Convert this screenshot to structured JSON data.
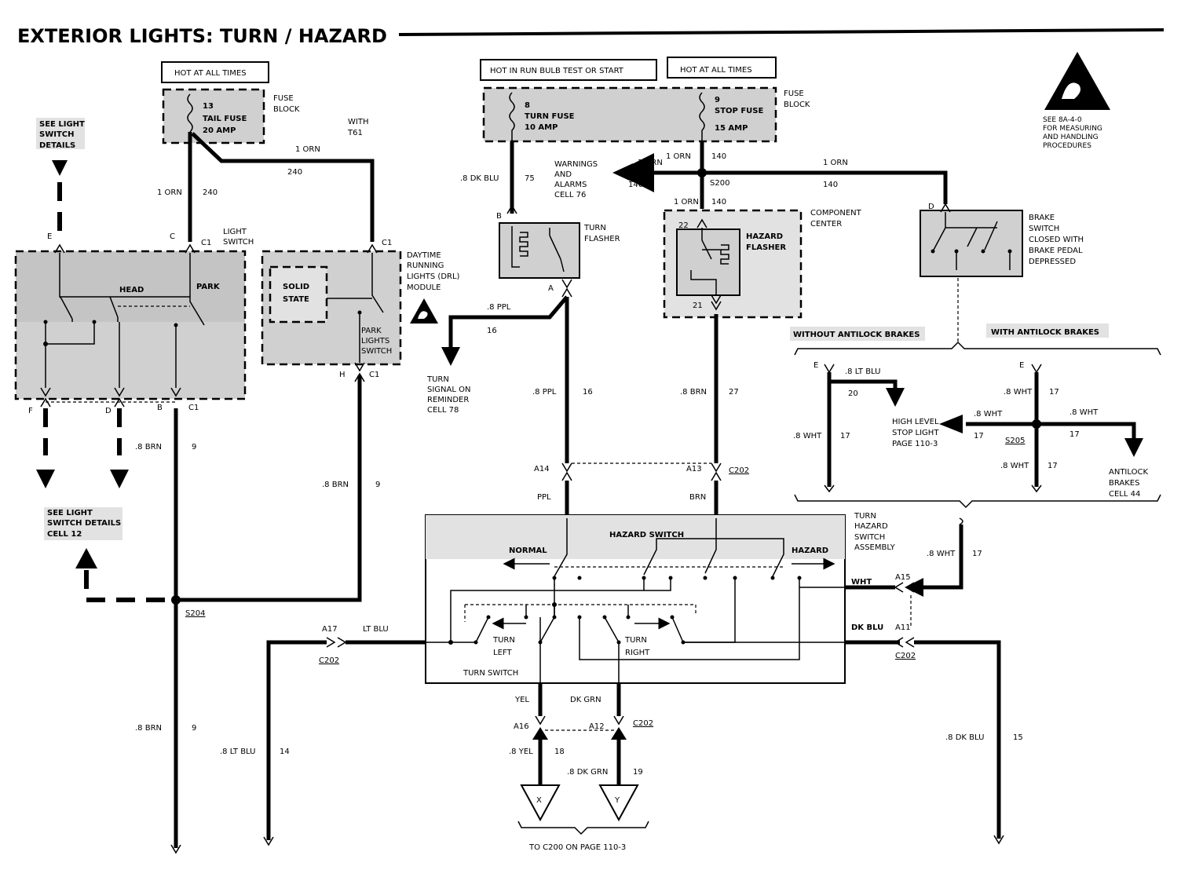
{
  "title": "EXTERIOR LIGHTS: TURN / HAZARD",
  "esd_note": [
    "SEE 8A-4-0",
    "FOR MEASURING",
    "AND HANDLING",
    "PROCEDURES"
  ],
  "power_labels": {
    "hot_all_times_left": "HOT AT ALL TIMES",
    "hot_in_run": "HOT IN RUN   BULB TEST OR START",
    "hot_all_times_right": "HOT AT ALL TIMES"
  },
  "fuse_block_label": [
    "FUSE",
    "BLOCK"
  ],
  "fuses": {
    "tail": {
      "num": "13",
      "name": "TAIL FUSE",
      "amp": "20 AMP"
    },
    "turn": {
      "num": "8",
      "name": "TURN FUSE",
      "amp": "10 AMP"
    },
    "stop": {
      "num": "9",
      "name": "STOP FUSE",
      "amp": "15 AMP"
    }
  },
  "with_t61": [
    "WITH",
    "T61"
  ],
  "light_switch_details_top": [
    "SEE LIGHT",
    "SWITCH",
    "DETAILS"
  ],
  "light_switch_details_bottom": [
    "SEE LIGHT",
    "SWITCH DETAILS",
    "CELL 12"
  ],
  "light_switch_label": [
    "LIGHT",
    "SWITCH"
  ],
  "head": "HEAD",
  "park": "PARK",
  "drl_label": [
    "DAYTIME",
    "RUNNING",
    "LIGHTS (DRL)",
    "MODULE"
  ],
  "solid_state": [
    "SOLID",
    "STATE"
  ],
  "park_lights_switch": [
    "PARK",
    "LIGHTS",
    "SWITCH"
  ],
  "turn_flasher_label": [
    "TURN",
    "FLASHER"
  ],
  "hazard_flasher_label": [
    "HAZARD",
    "FLASHER"
  ],
  "component_center": [
    "COMPONENT",
    "CENTER"
  ],
  "brake_switch_label": [
    "BRAKE",
    "SWITCH",
    "CLOSED WITH",
    "BRAKE PEDAL",
    "DEPRESSED"
  ],
  "warnings_label": [
    "WARNINGS",
    "AND",
    "ALARMS",
    "CELL 76"
  ],
  "turn_signal_reminder": [
    "TURN",
    "SIGNAL ON",
    "REMINDER",
    "CELL 78"
  ],
  "without_antilock": "WITHOUT ANTILOCK BRAKES",
  "with_antilock": "WITH ANTILOCK BRAKES",
  "high_level_stop": [
    "HIGH LEVEL",
    "STOP LIGHT",
    "PAGE 110-3"
  ],
  "antilock_cell": [
    "ANTILOCK",
    "BRAKES",
    "CELL 44"
  ],
  "turn_hazard_assembly": [
    "TURN",
    "HAZARD",
    "SWITCH",
    "ASSEMBLY"
  ],
  "hazard_switch": "HAZARD SWITCH",
  "normal": "NORMAL",
  "hazard": "HAZARD",
  "turn_left": [
    "TURN",
    "LEFT"
  ],
  "turn_right": [
    "TURN",
    "RIGHT"
  ],
  "turn_switch": "TURN SWITCH",
  "to_c200": "TO C200 ON PAGE 110-3",
  "connector_x": "X",
  "connector_y": "Y",
  "splices": {
    "s200": "S200",
    "s204": "S204",
    "s205": "S205"
  },
  "connectors": {
    "c1": "C1",
    "c202": "C202",
    "a14": "A14",
    "a13": "A13",
    "a15": "A15",
    "a11": "A11",
    "a17": "A17",
    "a16": "A16",
    "a12": "A12",
    "pin_a": "A",
    "pin_b": "B",
    "pin_c": "C",
    "pin_d": "D",
    "pin_e": "E",
    "pin_f": "F",
    "pin_h": "H",
    "pin_21": "21",
    "pin_22": "22"
  },
  "wires": {
    "orn": "1 ORN",
    "w240": "240",
    "w140": "140",
    "dkblu8": ".8 DK BLU",
    "w75": "75",
    "ppl8": ".8 PPL",
    "w16": "16",
    "brn8": ".8 BRN",
    "w27": "27",
    "w9": "9",
    "ltblu8": ".8 LT BLU",
    "w20": "20",
    "w14": "14",
    "wht8": ".8 WHT",
    "w17": "17",
    "yel8": ".8 YEL",
    "w18": "18",
    "dkgrn8": ".8 DK GRN",
    "w19": "19",
    "w15": "15",
    "ppl": "PPL",
    "brn": "BRN",
    "wht": "WHT",
    "dkblu": "DK BLU",
    "ltblu": "LT BLU",
    "yel": "YEL",
    "dkgrn": "DK GRN"
  }
}
